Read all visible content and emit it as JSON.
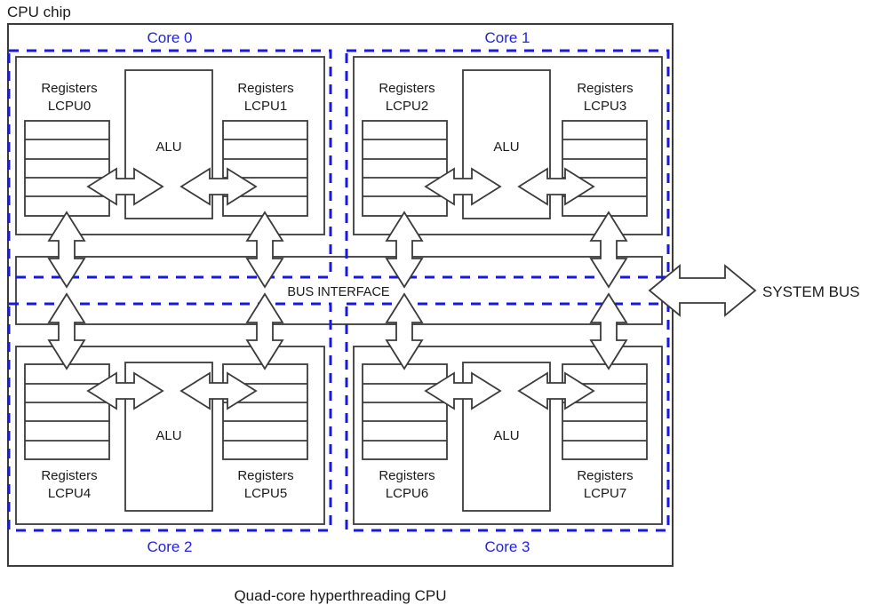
{
  "diagram": {
    "title": "CPU chip",
    "caption": "Quad-core hyperthreading CPU",
    "bus_interface_label": "BUS INTERFACE",
    "system_bus_label": "SYSTEM BUS",
    "alu_label": "ALU",
    "registers_label": "Registers",
    "colors": {
      "core_outline": "#1818e0",
      "core_label": "#2020ee",
      "box_outline": "#3b3b3b",
      "background": "#ffffff",
      "text": "#1a1a1a"
    },
    "cores": [
      {
        "id": "core-0",
        "label": "Core 0",
        "label_position": "top",
        "threads": [
          {
            "id": "lcpu0",
            "registers_label": "Registers",
            "lcpu_label": "LCPU0",
            "register_rows": 5
          },
          {
            "id": "lcpu1",
            "registers_label": "Registers",
            "lcpu_label": "LCPU1",
            "register_rows": 5
          }
        ],
        "alu_label": "ALU"
      },
      {
        "id": "core-1",
        "label": "Core 1",
        "label_position": "top",
        "threads": [
          {
            "id": "lcpu2",
            "registers_label": "Registers",
            "lcpu_label": "LCPU2",
            "register_rows": 5
          },
          {
            "id": "lcpu3",
            "registers_label": "Registers",
            "lcpu_label": "LCPU3",
            "register_rows": 5
          }
        ],
        "alu_label": "ALU"
      },
      {
        "id": "core-2",
        "label": "Core 2",
        "label_position": "bottom",
        "threads": [
          {
            "id": "lcpu4",
            "registers_label": "Registers",
            "lcpu_label": "LCPU4",
            "register_rows": 5
          },
          {
            "id": "lcpu5",
            "registers_label": "Registers",
            "lcpu_label": "LCPU5",
            "register_rows": 5
          }
        ],
        "alu_label": "ALU"
      },
      {
        "id": "core-3",
        "label": "Core 3",
        "label_position": "bottom",
        "threads": [
          {
            "id": "lcpu6",
            "registers_label": "Registers",
            "lcpu_label": "LCPU6",
            "register_rows": 5
          },
          {
            "id": "lcpu7",
            "registers_label": "Registers",
            "lcpu_label": "LCPU7",
            "register_rows": 5
          }
        ],
        "alu_label": "ALU"
      }
    ]
  }
}
